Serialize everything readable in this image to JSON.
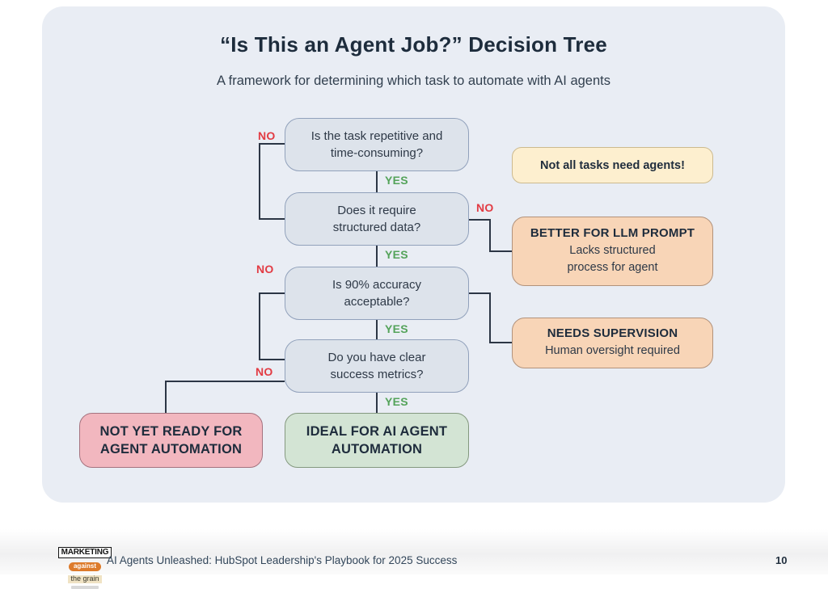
{
  "header": {
    "title": "“Is This an Agent Job?” Decision Tree",
    "subtitle": "A framework for determining which task to automate with AI agents"
  },
  "tree": {
    "labels": {
      "no": "NO",
      "yes": "YES"
    },
    "questions": [
      {
        "text": "Is the task repetitive and\ntime-consuming?"
      },
      {
        "text": "Does it require\nstructured data?"
      },
      {
        "text": "Is 90% accuracy\nacceptable?"
      },
      {
        "text": "Do you have clear\nsuccess metrics?"
      }
    ]
  },
  "outcomes": {
    "note": {
      "text": "Not all tasks need agents!"
    },
    "llm": {
      "title": "BETTER FOR LLM PROMPT",
      "subtitle": "Lacks structured\nprocess for agent"
    },
    "supervision": {
      "title": "NEEDS SUPERVISION",
      "subtitle": "Human oversight required"
    },
    "not_ready": {
      "title": "NOT YET READY FOR\nAGENT AUTOMATION"
    },
    "ideal": {
      "title": "IDEAL FOR AI AGENT\nAUTOMATION"
    }
  },
  "colors": {
    "panel_bg": "#e9edf4",
    "question_box": "#dde3eb",
    "note_box": "#fdefcf",
    "warning_box": "#f8d5b7",
    "not_ready_box": "#f2b7bf",
    "ideal_box": "#d3e4d4",
    "no_label": "#e23b43",
    "yes_label": "#54a35a",
    "connector": "#2c3645"
  },
  "footer": {
    "logo": {
      "line1": "MARKETING",
      "line2": "against",
      "line3": "the grain"
    },
    "caption": "AI Agents Unleashed: HubSpot Leadership's Playbook for 2025 Success",
    "page_number": "10"
  }
}
